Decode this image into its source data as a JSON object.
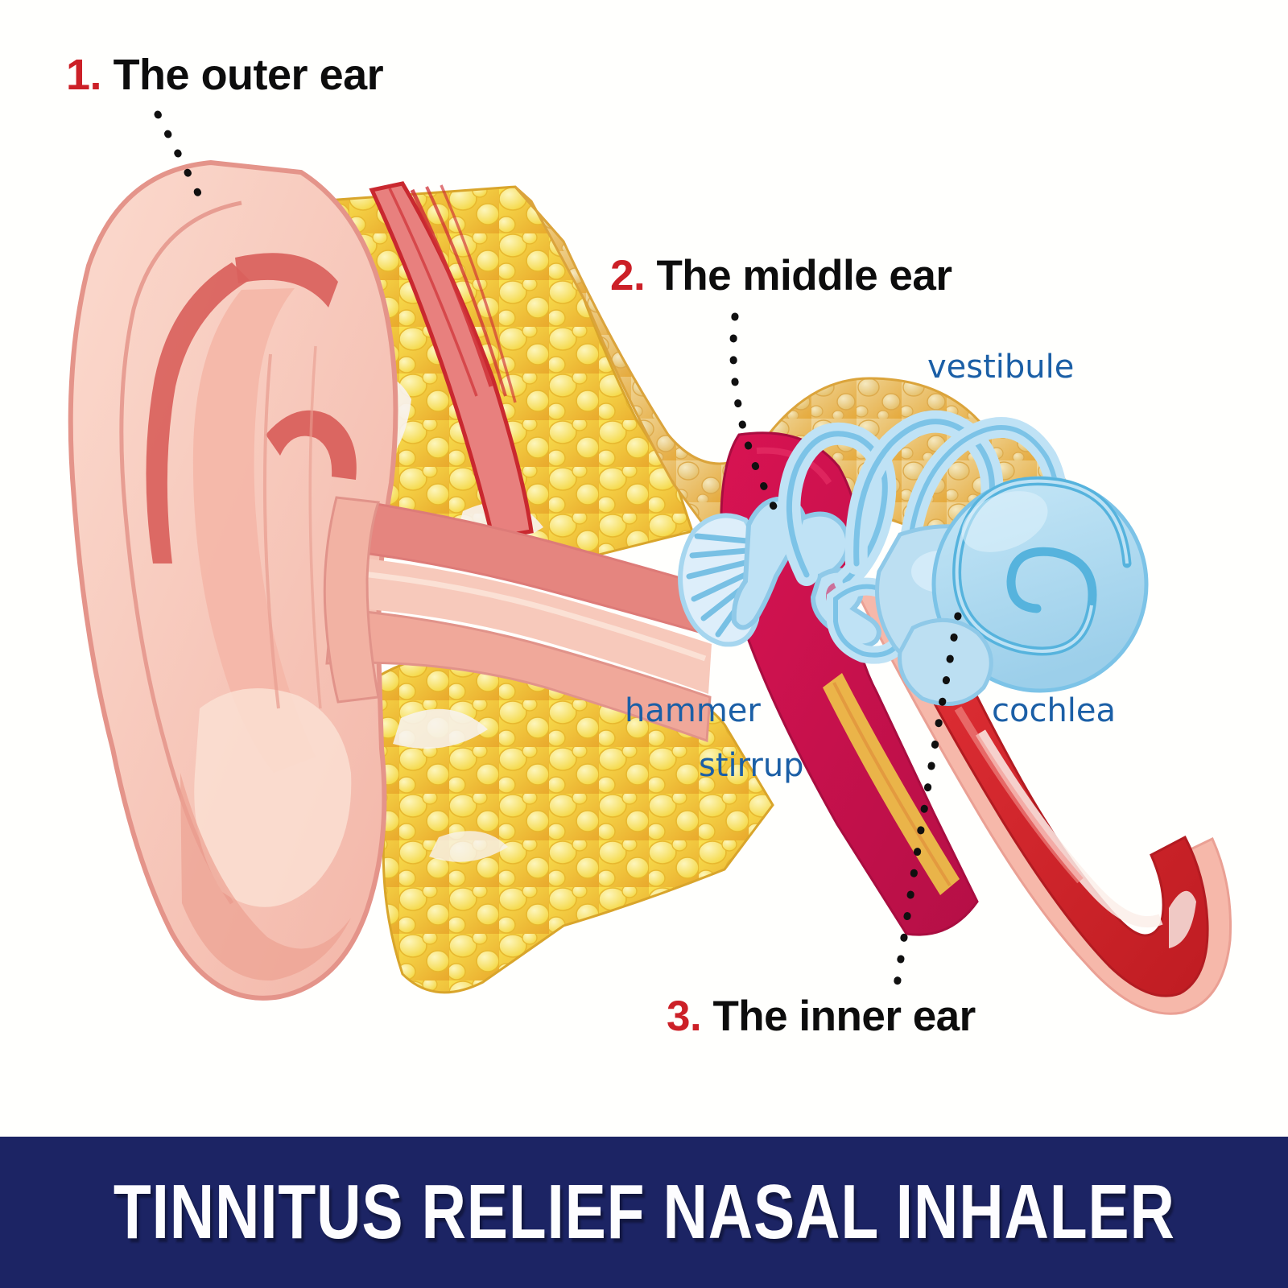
{
  "diagram": {
    "title_alt": "Anatomy of the human ear cross-section",
    "numbered_labels": [
      {
        "number": "1.",
        "text": "The outer ear"
      },
      {
        "number": "2.",
        "text": "The middle ear"
      },
      {
        "number": "3.",
        "text": "The inner ear"
      }
    ],
    "part_labels": {
      "vestibule": "vestibule",
      "hammer": "hammer",
      "stirrup": "stirrup",
      "cochlea": "cochlea"
    }
  },
  "banner": {
    "text": "TINNITUS RELIEF NASAL INHALER",
    "background_color": "#1c2464",
    "text_color": "#fdfdff"
  },
  "colors": {
    "number_red": "#cc2027",
    "label_black": "#0d0d0d",
    "label_blue": "#1b5fa6",
    "skin_light": "#f8cfc2",
    "skin_mid": "#f2b0a4",
    "skin_deep": "#e08b84",
    "cartilage_red": "#d9534f",
    "fat_yellow": "#f6d93f",
    "fat_base": "#e8a92e",
    "bone_tan": "#eccf8e",
    "middle_ear_crimson": "#d0124f",
    "eustachian_red": "#cf2027",
    "inner_ear_blue": "#a9d8f0",
    "inner_ear_blue_dark": "#5ab6e0",
    "background": "#ffffff"
  }
}
